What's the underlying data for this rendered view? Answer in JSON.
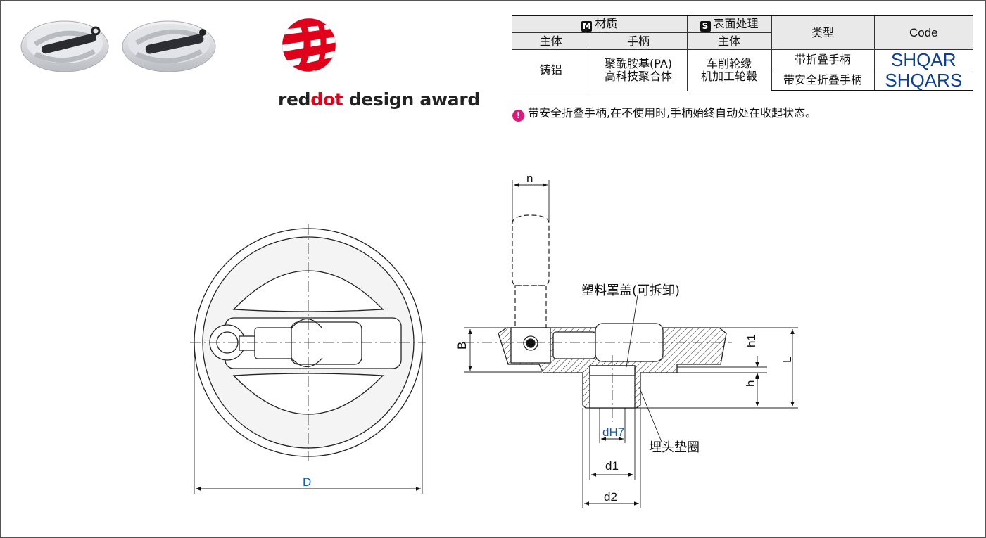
{
  "award": {
    "prefix": "red",
    "highlight": "dot",
    "suffix": " design award"
  },
  "table": {
    "material_header": "材质",
    "material_badge": "M",
    "surface_header": "表面处理",
    "surface_badge": "S",
    "type_header": "类型",
    "code_header": "Code",
    "sub_body": "主体",
    "sub_handle": "手柄",
    "sub_surface_body": "主体",
    "body_material": "铸铝",
    "handle_material_1": "聚酰胺基(PA)",
    "handle_material_2": "高科技聚合体",
    "surface_1": "车削轮缘",
    "surface_2": "机加工轮毂",
    "rows": [
      {
        "type": "带折叠手柄",
        "code": "SHQAR"
      },
      {
        "type": "带安全折叠手柄",
        "code": "SHQARS"
      }
    ]
  },
  "note": {
    "icon": "warning-icon",
    "text": "带安全折叠手柄,在不使用时,手柄始终自动处在收起状态。"
  },
  "drawing": {
    "dim_D": "D",
    "dim_n": "n",
    "dim_B": "B",
    "dim_h1": "h1",
    "dim_h": "h",
    "dim_L": "L",
    "dim_dH7": "dH7",
    "dim_d1": "d1",
    "dim_d2": "d2",
    "label_cover": "塑料罩盖(可拆卸)",
    "label_washer": "埋头垫圈"
  },
  "colors": {
    "award_red": "#e1001a",
    "code_blue": "#0a3f9c",
    "dim_blue": "#0a5fb0",
    "warning_magenta": "#e0197d"
  }
}
